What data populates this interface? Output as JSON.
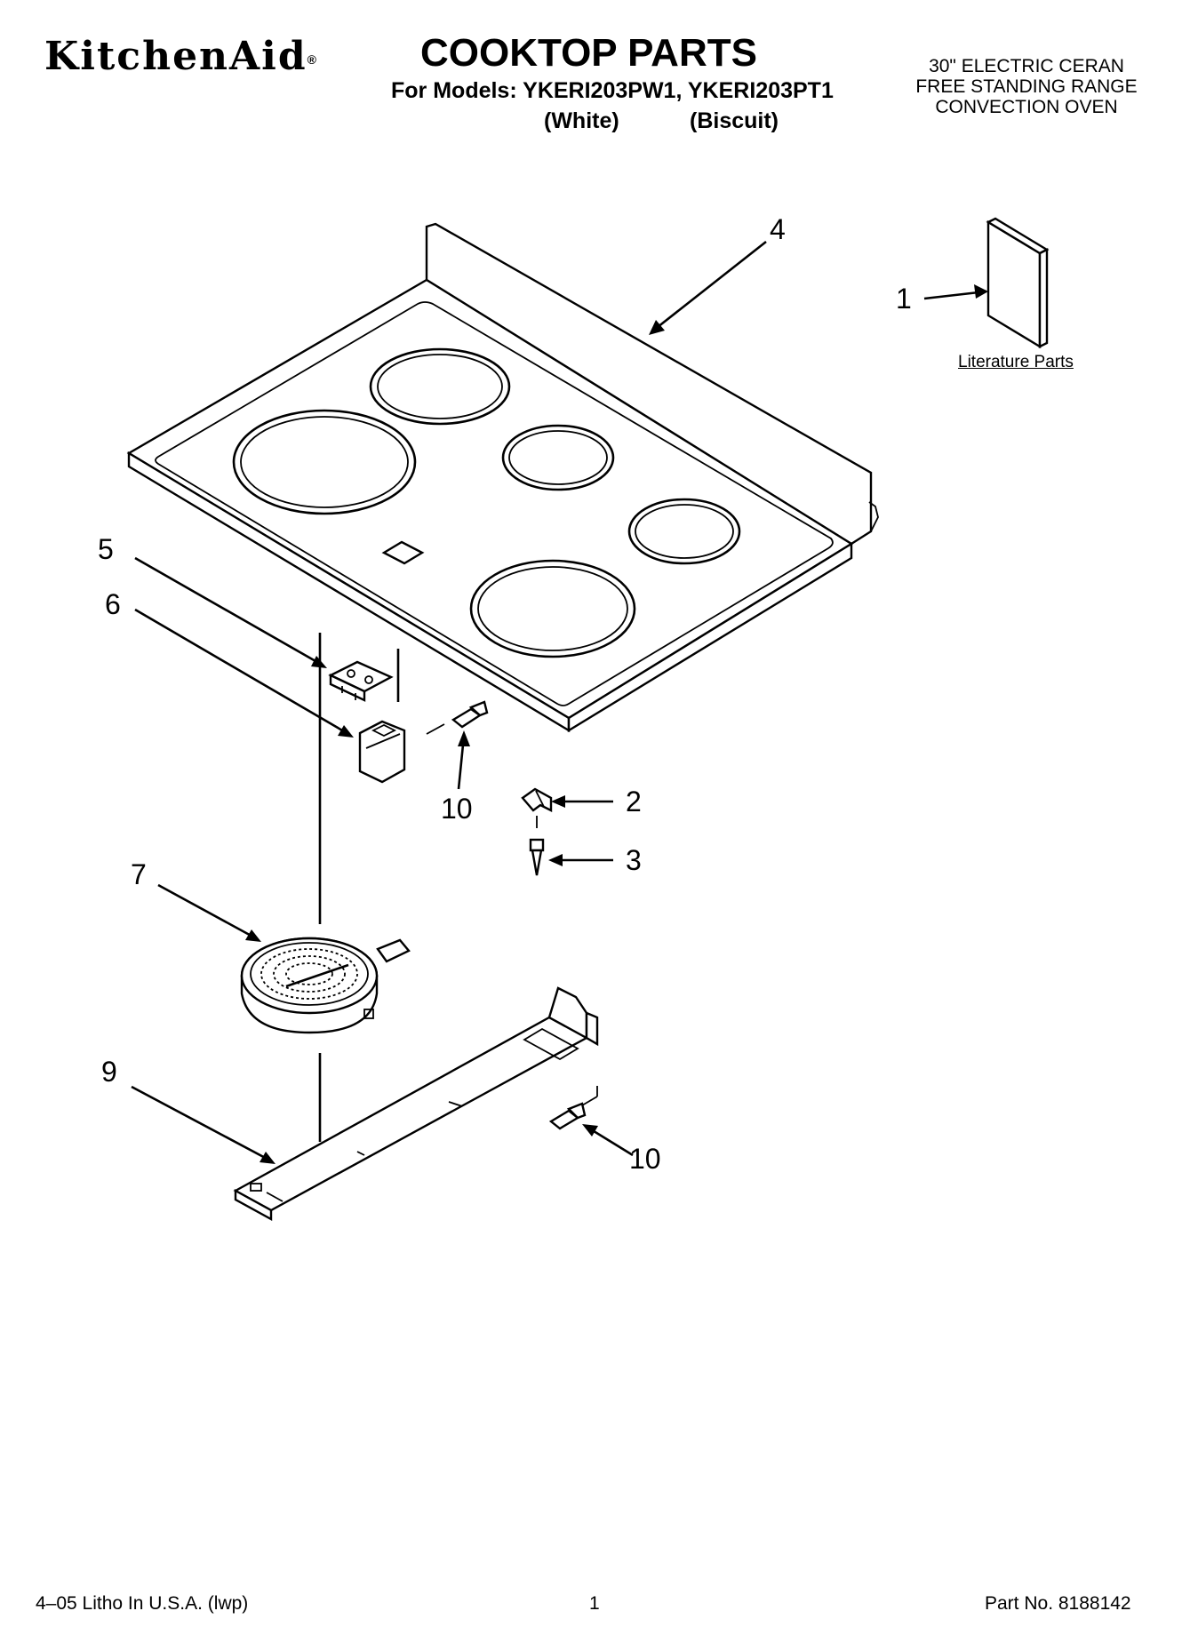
{
  "header": {
    "brand": "KitchenAid",
    "brand_mark": "®",
    "title": "COOKTOP PARTS",
    "models_line": "For Models: YKERI203PW1, YKERI203PT1",
    "color_white": "(White)",
    "color_biscuit": "(Biscuit)",
    "description_lines": [
      "30\" ELECTRIC CERAN",
      "FREE STANDING RANGE",
      "CONVECTION OVEN"
    ]
  },
  "diagram": {
    "callouts": [
      "4",
      "1",
      "5",
      "6",
      "10",
      "2",
      "3",
      "7",
      "9",
      "10"
    ],
    "literature_label": "Literature Parts"
  },
  "footer": {
    "litho": "4–05 Litho In U.S.A. (lwp)",
    "page_number": "1",
    "part_number": "Part No. 8188142"
  }
}
